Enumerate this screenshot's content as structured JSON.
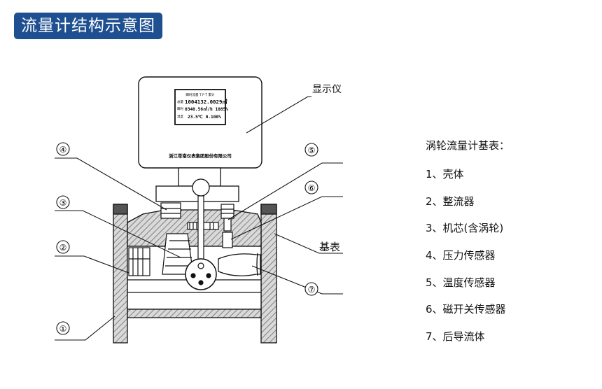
{
  "title": "流量计结构示意图",
  "display": {
    "label": "显示仪",
    "lcd_header": "瞬时流量 T P T 累计",
    "lcd_rows": [
      {
        "tag": "总量",
        "value": "1004132.0029㎥"
      },
      {
        "tag": "瞬时",
        "value": "0340.56㎥/h 1085%"
      },
      {
        "tag": "温度",
        "value": "23.5℃ 0.100%"
      }
    ],
    "company": "浙江苍南仪表集团股份有限公司"
  },
  "callouts": [
    "①",
    "②",
    "③",
    "④",
    "⑤",
    "⑥",
    "⑦"
  ],
  "base_label": "基表",
  "legend": {
    "heading": "涡轮流量计基表：",
    "items": [
      "1、壳体",
      "2、整流器",
      "3、机芯(含涡轮)",
      "4、压力传感器",
      "5、温度传感器",
      "6、磁开关传感器",
      "7、后导流体"
    ]
  },
  "colors": {
    "title_bg": "#1d4f91",
    "line": "#111111",
    "hatch": "#888888"
  }
}
